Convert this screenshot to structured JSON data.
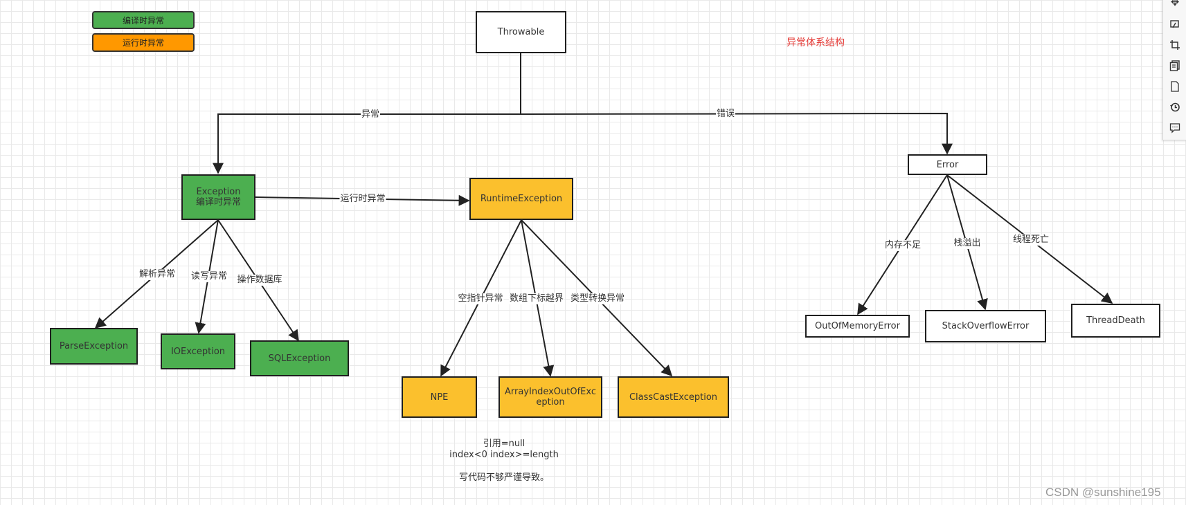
{
  "legend": {
    "compile": "编译时异常",
    "runtime": "运行时异常"
  },
  "title": "异常体系结构",
  "colors": {
    "green": "#4caf50",
    "orange": "#fbc02d",
    "title": "#e53935"
  },
  "nodes": {
    "throwable": "Throwable",
    "exception": [
      "Exception",
      "编译时异常"
    ],
    "error": "Error",
    "runtime_exception": "RuntimeException",
    "parse_exception": "ParseException",
    "io_exception": "IOException",
    "sql_exception": "SQLException",
    "npe": "NPE",
    "array_index": [
      "ArrayIndexOutOfExc",
      "eption"
    ],
    "class_cast": "ClassCastException",
    "out_of_memory": "OutOfMemoryError",
    "stack_overflow": "StackOverflowError",
    "thread_death": "ThreadDeath"
  },
  "edges": {
    "exception": "异常",
    "error": "错误",
    "runtime": "运行时异常",
    "parse": "解析异常",
    "io": "读写异常",
    "db": "操作数据库",
    "null_pointer": "空指针异常",
    "array_index": "数组下标越界",
    "type_cast": "类型转换异常",
    "out_of_memory": "内存不足",
    "stack_overflow": "栈溢出",
    "thread_death": "线程死亡"
  },
  "notes": [
    "引用=null",
    "index<0  index>=length",
    "写代码不够严谨导致。"
  ],
  "toolbar": [
    "crosshair-icon",
    "formula-icon",
    "crop-icon",
    "pages-icon",
    "page-icon",
    "history-icon",
    "comment-icon"
  ],
  "watermark": "CSDN @sunshine195"
}
